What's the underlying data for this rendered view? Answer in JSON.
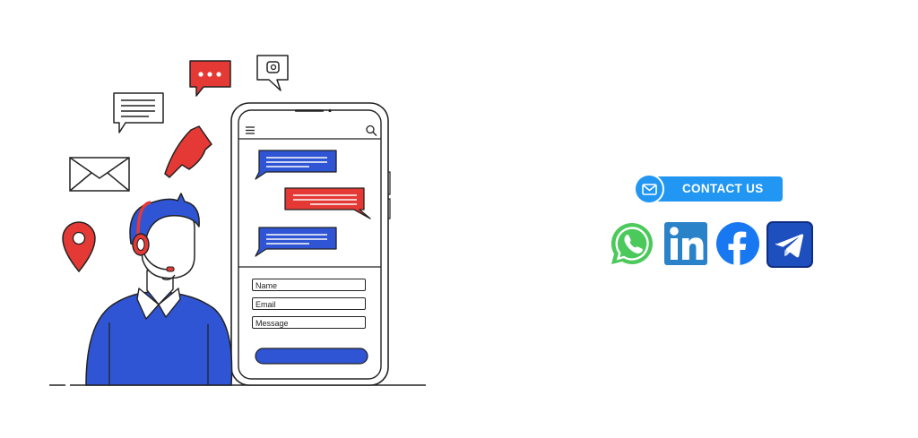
{
  "colors": {
    "accent_blue": "#2f55d4",
    "alert_red": "#e53935",
    "contact_blue": "#2196f3",
    "whatsapp_green": "#4cc95b",
    "linkedin_blue": "#2a82c8",
    "facebook_blue": "#1778f2",
    "telegram_blue": "#1d4fbf"
  },
  "illustration": {
    "icons": [
      "speech-bubble-icon",
      "chat-dots-icon",
      "at-mail-icon",
      "phone-icon",
      "envelope-icon",
      "location-pin-icon",
      "hamburger-menu-icon",
      "search-icon",
      "headset-icon"
    ]
  },
  "form": {
    "name_placeholder": "Name",
    "email_placeholder": "Email",
    "message_placeholder": "Message"
  },
  "contact": {
    "button_label": "CONTACT US",
    "icon": "mail-icon"
  },
  "social": [
    {
      "name": "WhatsApp",
      "icon": "whatsapp-icon"
    },
    {
      "name": "LinkedIn",
      "icon": "linkedin-icon"
    },
    {
      "name": "Facebook",
      "icon": "facebook-icon"
    },
    {
      "name": "Telegram",
      "icon": "telegram-icon"
    }
  ]
}
